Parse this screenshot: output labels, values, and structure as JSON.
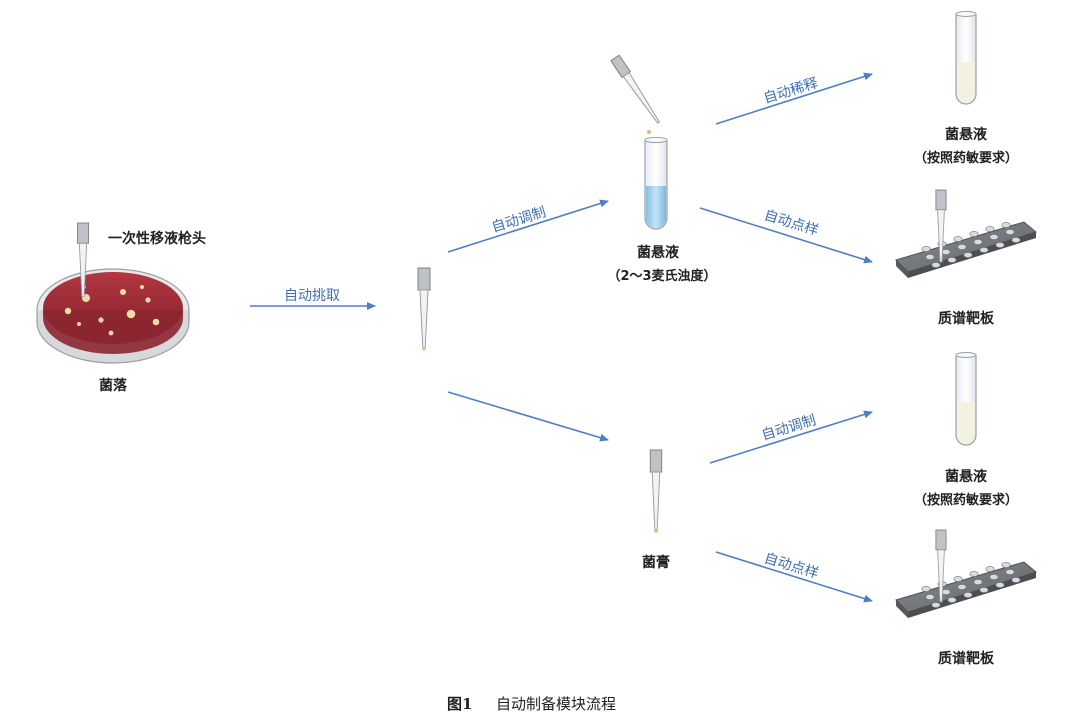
{
  "caption": {
    "number": "图1",
    "text": "自动制备模块流程"
  },
  "nodes": {
    "colony": {
      "label": "菌落",
      "tip_label": "一次性移液枪头"
    },
    "suspension": {
      "label": "菌悬液",
      "sub": "（2～3麦氏浊度）"
    },
    "paste": {
      "label": "菌膏"
    },
    "out1": {
      "label": "菌悬液",
      "sub": "（按照药敏要求）"
    },
    "out2": {
      "label": "质谱靶板"
    },
    "out3": {
      "label": "菌悬液",
      "sub": "（按照药敏要求）"
    },
    "out4": {
      "label": "质谱靶板"
    }
  },
  "edges": {
    "pick": "自动挑取",
    "prep_susp": "自动调制",
    "dilute": "自动稀释",
    "spot1": "自动点样",
    "prep2": "自动调制",
    "spot2": "自动点样"
  },
  "colors": {
    "arrow": "#4f7fc2",
    "agar": "#a52a35",
    "liquid": "#9cc9ea",
    "plate": "#6f7378"
  }
}
